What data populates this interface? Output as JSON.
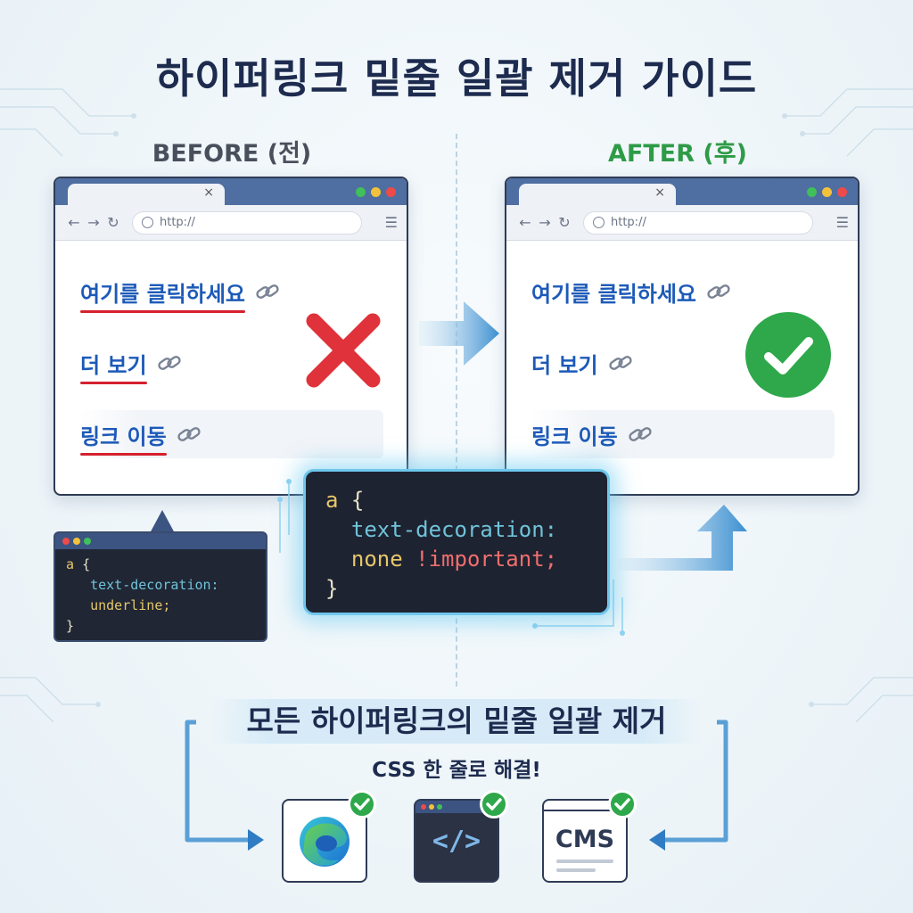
{
  "title": "하이퍼링크 밑줄 일괄 제거 가이드",
  "before": {
    "label": "BEFORE (전)",
    "url": "http://",
    "tab_close": "×",
    "links": [
      "여기를 클릭하세요",
      "더 보기",
      "링크 이동"
    ],
    "code": {
      "selector": "a",
      "open": "{",
      "property": "text-decoration:",
      "value": "underline;",
      "close": "}"
    }
  },
  "after": {
    "label": "AFTER (후)",
    "url": "http://",
    "tab_close": "×",
    "links": [
      "여기를 클릭하세요",
      "더 보기",
      "링크 이동"
    ]
  },
  "main_code": {
    "selector": "a",
    "open": "{",
    "property": "text-decoration:",
    "value": "none",
    "important": "!important;",
    "close": "}"
  },
  "bottom": {
    "banner": "모든 하이퍼링크의 밑줄 일괄 제거",
    "subtitle": "CSS 한 줄로 해결!",
    "tiles": {
      "code_symbol": "</>",
      "cms": "CMS"
    }
  },
  "colors": {
    "link": "#1d5ab8",
    "underline": "#d5212e",
    "success": "#2ea84a",
    "after_label": "#2e9b47",
    "window_bar": "#4f6ea1"
  },
  "icons": [
    "link-chain-icon",
    "x-mark-icon",
    "checkmark-icon",
    "edge-browser-icon",
    "code-icon",
    "arrow-right-icon"
  ]
}
